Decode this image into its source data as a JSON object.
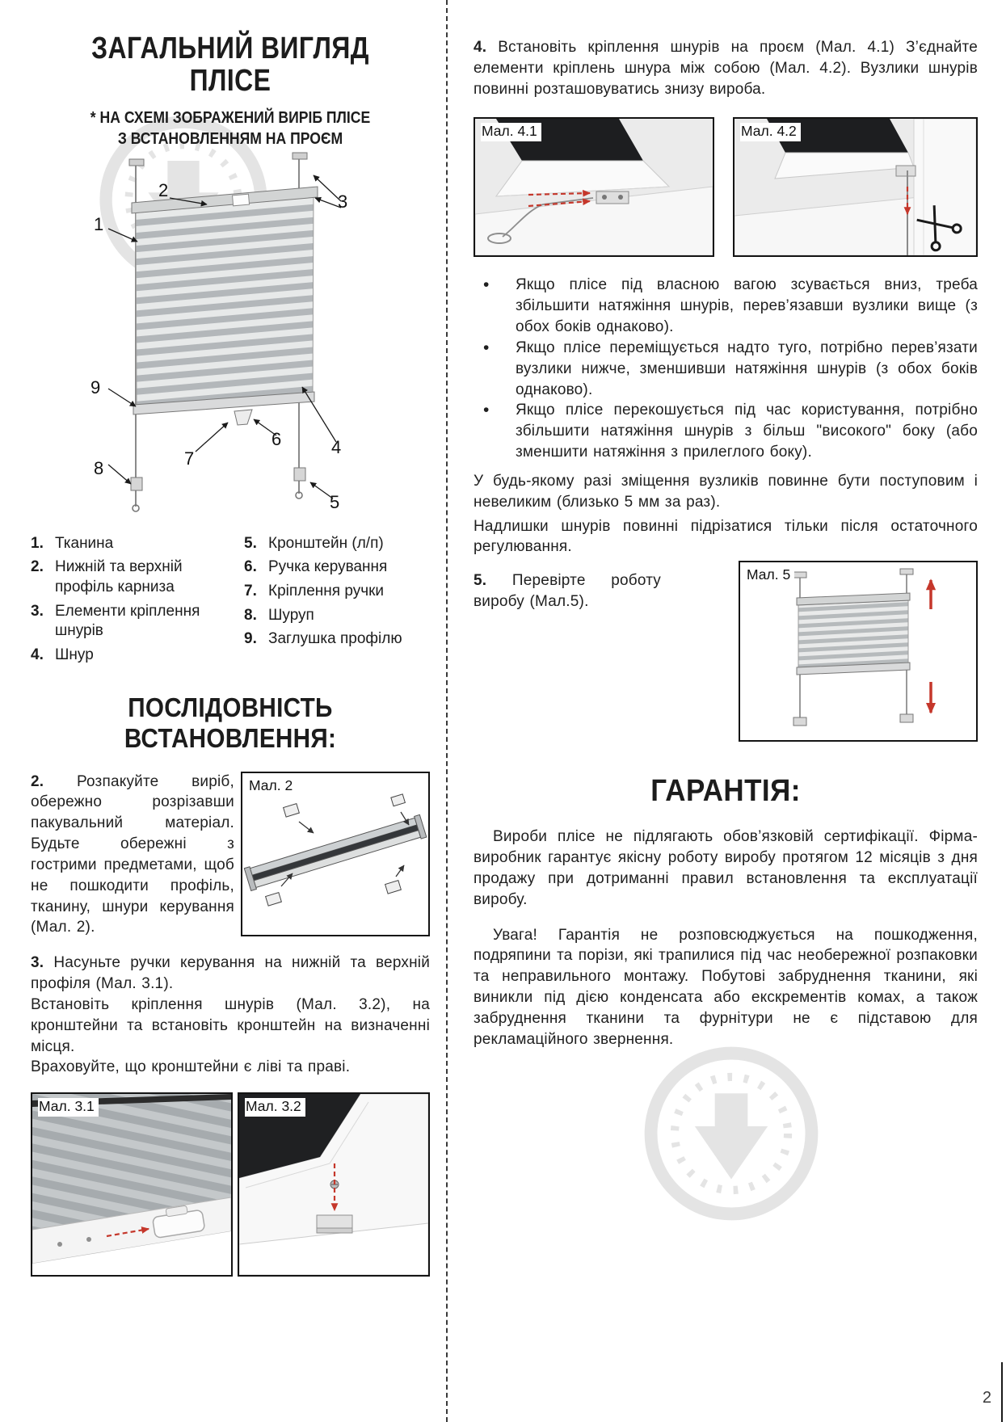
{
  "colors": {
    "accent_red": "#c5372b",
    "watermark_gray": "#d6d6d6",
    "text": "#1a1a1a"
  },
  "page": {
    "number": "2"
  },
  "left": {
    "title_line1": "ЗАГАЛЬНИЙ ВИГЛЯД",
    "title_line2": "ПЛІСЕ",
    "subtitle_line1": "* НА СХЕМІ ЗОБРАЖЕНИЙ ВИРІБ ПЛІСЕ",
    "subtitle_line2": "З ВСТАНОВЛЕННЯМ НА ПРОЄМ",
    "callouts": [
      "1",
      "2",
      "3",
      "4",
      "5",
      "6",
      "7",
      "8",
      "9"
    ],
    "legend_left": [
      {
        "num": "1.",
        "text": "Тканина"
      },
      {
        "num": "2.",
        "text": "Нижній та верхній профіль карниза"
      },
      {
        "num": "3.",
        "text": "Елементи кріплення шнурів"
      },
      {
        "num": "4.",
        "text": "Шнур"
      }
    ],
    "legend_right": [
      {
        "num": "5.",
        "text": "Кронштейн (л/п)"
      },
      {
        "num": "6.",
        "text": "Ручка керування"
      },
      {
        "num": "7.",
        "text": "Кріплення ручки"
      },
      {
        "num": "8.",
        "text": "Шуруп"
      },
      {
        "num": "9.",
        "text": "Заглушка профілю"
      }
    ],
    "sequence_title": "ПОСЛІДОВНІСТЬ ВСТАНОВЛЕННЯ:",
    "step2_num": "2.",
    "step2_text": "Розпакуйте виріб, обережно розрізавши пакувальний матеріал. Будьте обережні з гострими предметами, щоб не пошкодити профіль, тканину, шнури керування (Мал. 2).",
    "fig2_label": "Мал. 2",
    "step3_num": "3.",
    "step3_line1": "Насуньте ручки керування на нижній та верхній профіля (Мал. 3.1).",
    "step3_line2": "Встановіть кріплення шнурів (Мал. 3.2), на кронштейни та встановіть кронштейн на визначенні місця.",
    "step3_line3": "Враховуйте, що кронштейни є ліві та праві.",
    "fig31_label": "Мал. 3.1",
    "fig32_label": "Мал. 3.2"
  },
  "right": {
    "step4_num": "4.",
    "step4_text": "Встановіть кріплення шнурів на проєм (Мал. 4.1) З’єднайте елементи кріплень шнура між собою (Мал. 4.2). Вузлики шнурів повинні розташовуватись знизу вироба.",
    "fig41_label": "Мал. 4.1",
    "fig42_label": "Мал. 4.2",
    "bullet_char": "•",
    "bullets": [
      "Якщо плісе під власною вагою зсувається вниз, треба збільшити натяжіння шнурів, перев’язавши вузлики вище (з обох боків однаково).",
      "Якщо плісе переміщується надто туго, потрібно перев’язати вузлики нижче, зменшивши натяжіння шнурів (з обох боків однаково).",
      "Якщо плісе перекошується під час користування, потрібно збільшити натяжіння шнурів з більш \"високого\" боку (або зменшити натяжіння з прилеглого боку)."
    ],
    "adjust_p1": "У будь-якому разі зміщення вузликів повинне бути поступовим і невеликим (близько 5 мм за раз).",
    "adjust_p2": "Надлишки шнурів повинні підрізатися тільки після остаточного регулювання.",
    "step5_num": "5.",
    "step5_text": "Перевірте роботу виробу (Мал.5).",
    "fig5_label": "Мал. 5",
    "warranty_title": "ГАРАНТІЯ:",
    "warranty_p1": "Вироби плісе не підлягають обов’язковій сертифікації. Фірма-виробник гарантує якісну роботу виробу протягом 12 місяців з дня продажу при дотриманні правил встановлення та експлуатації виробу.",
    "warranty_p2": "Увага! Гарантія не розповсюджується на пошкодження, подряпини та порізи, які трапилися під час необережної розпаковки та неправильного монтажу. Побутові забруднення тканини, які виникли під дією конденсата або екскрементів комах, а також забруднення тканини та фурнітури не є підставою для рекламаційного звернення."
  }
}
